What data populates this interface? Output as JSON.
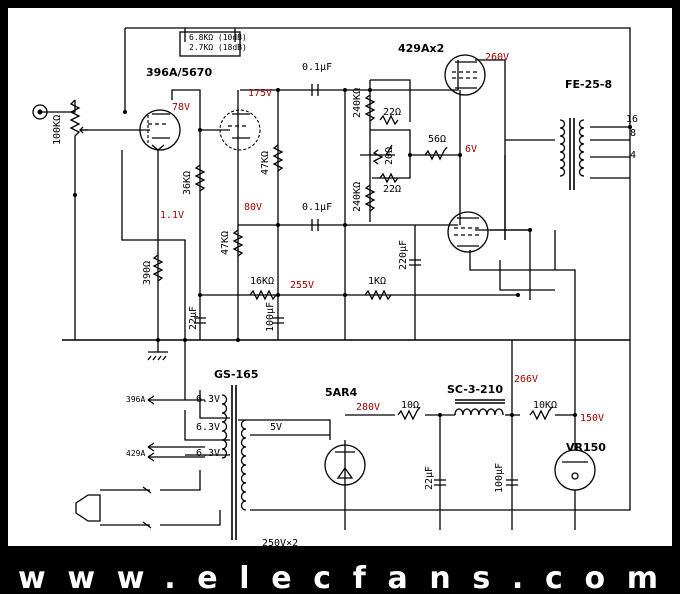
{
  "labels": {
    "feedback_r1": "6.8KΩ (10dB)",
    "feedback_r2": "2.7KΩ (18dB)",
    "v1_tube": "396A/5670",
    "output_tubes": "429Ax2",
    "output_transformer": "FE-25-8",
    "coupling_cap_1": "0.1μF",
    "coupling_cap_2": "0.1μF",
    "input_pot": "100KΩ",
    "r36k": "36KΩ",
    "r390": "390Ω",
    "r47k_top": "47KΩ",
    "r47k_bottom": "47KΩ",
    "r16k": "16KΩ",
    "r1k": "1KΩ",
    "r240k_top": "240KΩ",
    "r240k_bottom": "240KΩ",
    "r22_top": "22Ω",
    "r22_bottom": "22Ω",
    "r20": "20Ω",
    "r56": "56Ω",
    "c22uf_cathode": "22μF",
    "c100uf_screen": "100μF",
    "c220uf": "220μF",
    "tap_16": "16",
    "tap_8": "8",
    "tap_4": "4",
    "power_transformer": "GS-165",
    "rectifier": "5AR4",
    "choke": "SC-3-210",
    "regulator": "VR150",
    "r10": "10Ω",
    "r10k": "10KΩ",
    "c22uf_psu": "22μF",
    "c100uf_psu": "100μF",
    "heater_1": "6.3V",
    "heater_2": "6.3V",
    "heater_3": "6.3V",
    "v5": "5V",
    "heater_396a": "396A",
    "heater_429a": "429A",
    "hv_secondary": "250V×2"
  },
  "voltages": {
    "v78": "78V",
    "v175": "175V",
    "v1_1": "1.1V",
    "v80": "80V",
    "v255": "255V",
    "v260": "260V",
    "v6": "6V",
    "v266": "266V",
    "v280": "280V",
    "v150": "150V"
  },
  "colors": {
    "voltage_annotation": "#a00000",
    "line": "#000000",
    "background": "#ffffff"
  },
  "watermark": {
    "text": "www.elecfans.com"
  }
}
